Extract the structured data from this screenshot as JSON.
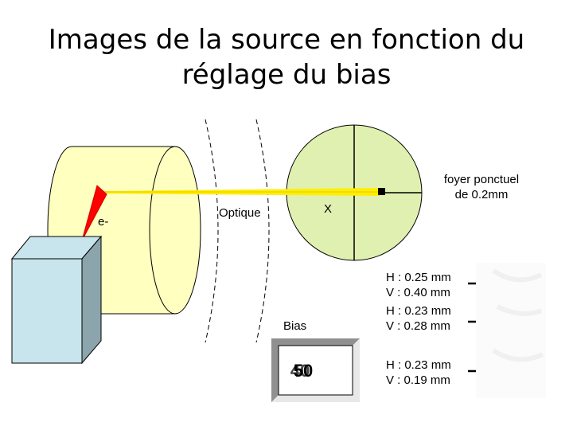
{
  "title_line1": "Images de la source en fonction du",
  "title_line2": "réglage du bias",
  "labels": {
    "electron": "e-",
    "optique": "Optique",
    "x": "X",
    "focus_line1": "foyer ponctuel",
    "focus_line2": "de 0.2mm",
    "bias": "Bias",
    "bias_value_back": "40",
    "bias_value_front": "50"
  },
  "measurements": [
    {
      "h": "H : 0.25 mm",
      "v": "V : 0.40 mm"
    },
    {
      "h": "H : 0.23 mm",
      "v": "V : 0.28 mm"
    },
    {
      "h": "H : 0.23 mm",
      "v": "V : 0.19 mm"
    }
  ],
  "colors": {
    "cylinder": "#ffffc0",
    "disk": "#e0f0b0",
    "box_front": "#c8e4ec",
    "box_side": "#8ca4ac",
    "beam": "#ffee00",
    "spark": "#ff0000"
  }
}
